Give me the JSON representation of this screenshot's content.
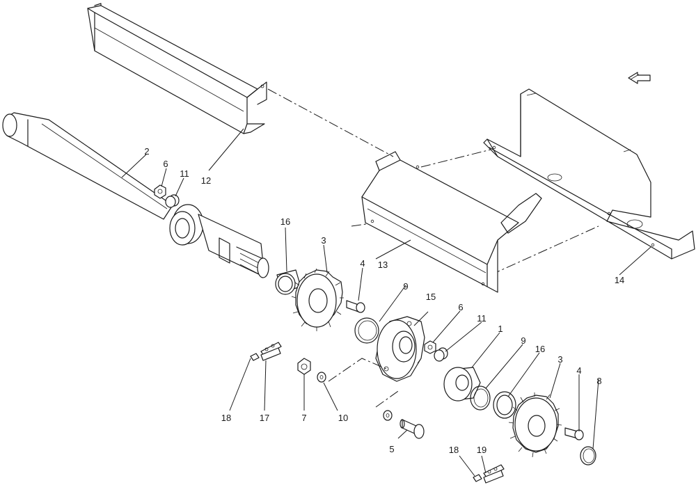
{
  "callouts": {
    "c1": "1",
    "c2": "2",
    "c3a": "3",
    "c3b": "3",
    "c4a": "4",
    "c4b": "4",
    "c5": "5",
    "c6a": "6",
    "c6b": "6",
    "c7": "7",
    "c8": "8",
    "c9a": "9",
    "c9b": "9",
    "c10": "10",
    "c11a": "11",
    "c11b": "11",
    "c12": "12",
    "c13": "13",
    "c14": "14",
    "c15": "15",
    "c16a": "16",
    "c16b": "16",
    "c17": "17",
    "c18a": "18",
    "c18b": "18",
    "c19": "19"
  },
  "icons": {
    "direction": "arrow-icon"
  }
}
